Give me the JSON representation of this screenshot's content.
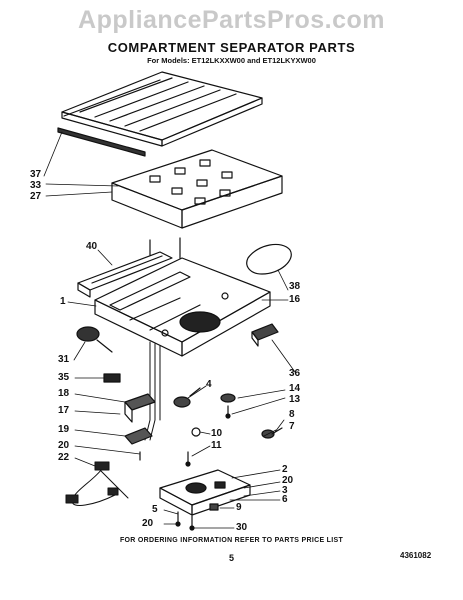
{
  "watermark": "AppliancePartsPros.com",
  "title": "COMPARTMENT SEPARATOR PARTS",
  "subtitle": "For Models: ET12LKXXW00 and ET12LKYXW00",
  "footer": {
    "ordering_info": "FOR ORDERING INFORMATION REFER TO PARTS PRICE LIST",
    "page_number": "5",
    "document_number": "4361082"
  },
  "callouts": {
    "c37": "37",
    "c33": "33",
    "c27": "27",
    "c40": "40",
    "c1": "1",
    "c38": "38",
    "c16": "16",
    "c36": "36",
    "c14": "14",
    "c13": "13",
    "c8": "8",
    "c7": "7",
    "c31": "31",
    "c35": "35",
    "c18": "18",
    "c17": "17",
    "c19": "19",
    "c20a": "20",
    "c22": "22",
    "c4": "4",
    "c10": "10",
    "c11": "11",
    "c2": "2",
    "c20b": "20",
    "c3": "3",
    "c6": "6",
    "c5": "5",
    "c20c": "20",
    "c9": "9",
    "c30": "30"
  }
}
